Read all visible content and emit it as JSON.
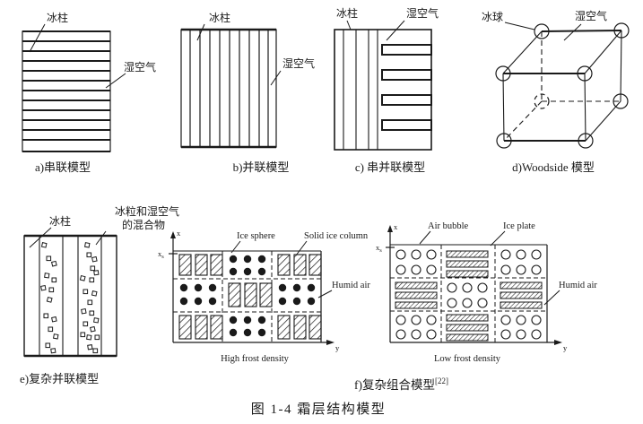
{
  "figure": {
    "main_caption": "图 1-4 霜层结构模型",
    "colors": {
      "ink": "#1a1a1a",
      "background": "#ffffff"
    },
    "models": {
      "a": {
        "caption": "a)串联模型",
        "ice_column": "冰柱",
        "humid_air": "湿空气"
      },
      "b": {
        "caption": "b)并联模型",
        "ice_column": "冰柱",
        "humid_air": "湿空气"
      },
      "c": {
        "caption": "c) 串并联模型",
        "ice_column": "冰柱",
        "humid_air": "湿空气"
      },
      "d": {
        "caption": "d)Woodside 模型",
        "ice_sphere": "冰球",
        "humid_air": "湿空气"
      },
      "e": {
        "caption": "e)复杂并联模型",
        "ice_column": "冰柱",
        "mixture_line1": "冰粒和湿空气",
        "mixture_line2": "的混合物"
      },
      "f": {
        "caption_main": "f)复杂组合模型",
        "caption_sup": "[22]",
        "high_density": {
          "title": "High frost density",
          "ice_sphere": "Ice sphere",
          "solid_ice_column": "Solid ice column",
          "humid_air": "Humid air",
          "axis": {
            "x": "x",
            "y": "y",
            "tick_base": "x",
            "tick_sub": "s"
          }
        },
        "low_density": {
          "title": "Low frost density",
          "air_bubble": "Air bubble",
          "ice_plate": "Ice plate",
          "humid_air": "Humid air",
          "axis": {
            "x": "x",
            "y": "y",
            "tick_base": "x",
            "tick_sub": "s"
          }
        }
      }
    }
  }
}
